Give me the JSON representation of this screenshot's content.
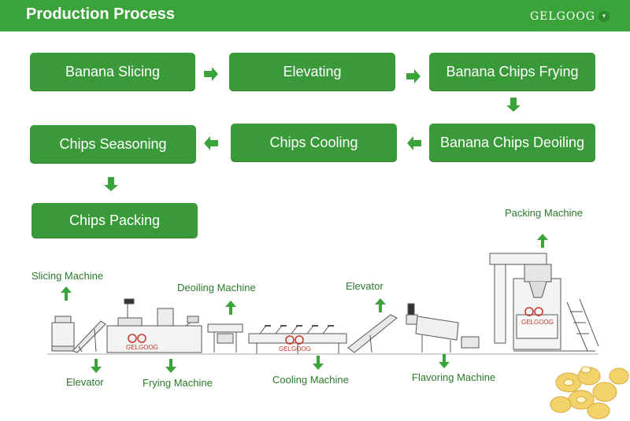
{
  "header": {
    "title": "Production Process",
    "brand": "GELGOOG",
    "brand_icon": "chevron-down-icon",
    "color": "#3aa33a"
  },
  "steps": [
    "Banana Slicing",
    "Elevating",
    "Banana Chips Frying",
    "Banana Chips Deoiling",
    "Chips Cooling",
    "Chips Seasoning",
    "Chips Packing"
  ],
  "machines": [
    "Slicing Machine",
    "Elevator",
    "Frying Machine",
    "Deoiling Machine",
    "Cooling Machine",
    "Elevator",
    "Flavoring Machine",
    "Packing Machine"
  ],
  "logo_text": "GELGOOG",
  "colors": {
    "step_fill": "#3a9a3a",
    "arrow": "#3aa33a",
    "label": "#2a7a2a"
  }
}
